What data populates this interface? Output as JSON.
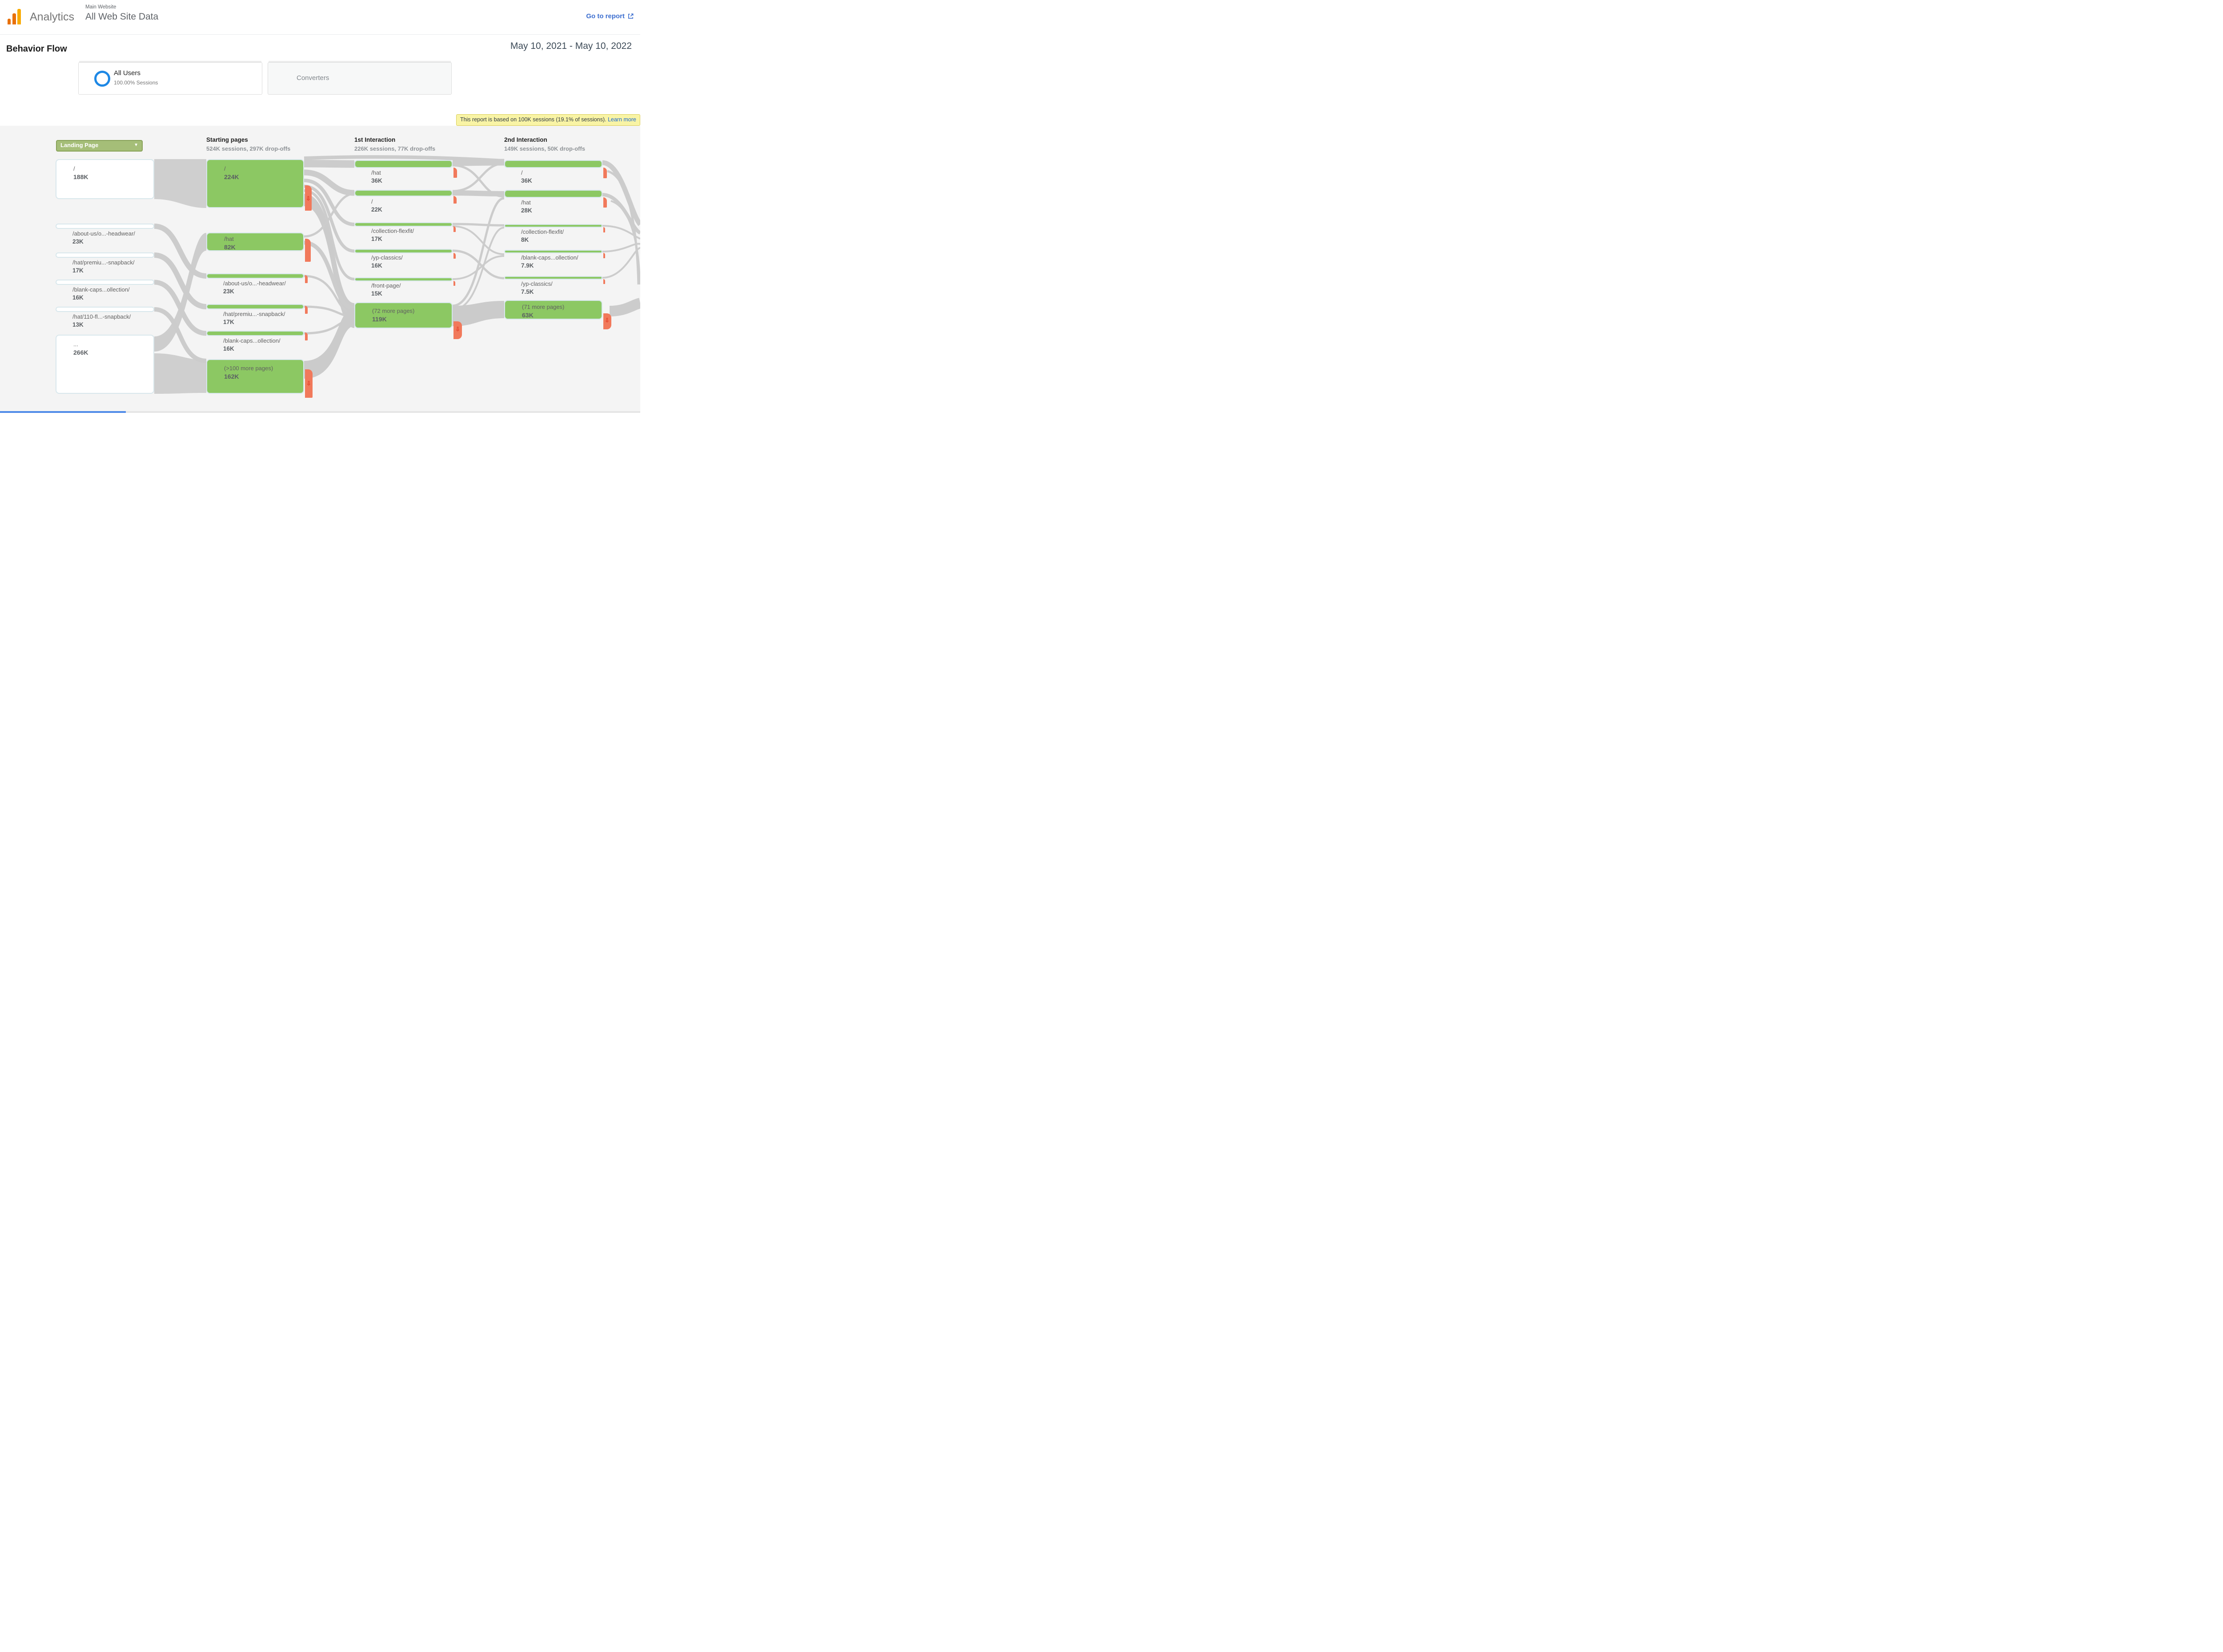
{
  "header": {
    "brand": "Analytics",
    "property_label": "Main Website",
    "view_title": "All Web Site Data",
    "go_to_report": "Go to report"
  },
  "report": {
    "title": "Behavior Flow",
    "date_range": "May 10, 2021 - May 10, 2022"
  },
  "segments": {
    "all_users": {
      "name": "All Users",
      "detail": "100.00% Sessions"
    },
    "converters": {
      "name": "Converters"
    }
  },
  "notice": {
    "text": "This report is based on 100K sessions (19.1% of sessions).",
    "link_label": "Learn more"
  },
  "flow": {
    "dimension_selector": "Landing Page",
    "columns": [
      {
        "id": "landing-pages",
        "nodes": [
          {
            "label": "/",
            "value": "188K"
          },
          {
            "label": "/about-us/o...-headwear/",
            "value": "23K"
          },
          {
            "label": "/hat/premiu...-snapback/",
            "value": "17K"
          },
          {
            "label": "/blank-caps...ollection/",
            "value": "16K"
          },
          {
            "label": "/hat/110-fl...-snapback/",
            "value": "13K"
          },
          {
            "label": "...",
            "value": "266K"
          }
        ]
      },
      {
        "id": "starting-pages",
        "header": "Starting pages",
        "stats": "524K sessions, 297K drop-offs",
        "nodes": [
          {
            "label": "/",
            "value": "224K"
          },
          {
            "label": "/hat",
            "value": "82K"
          },
          {
            "label": "/about-us/o...-headwear/",
            "value": "23K"
          },
          {
            "label": "/hat/premiu...-snapback/",
            "value": "17K"
          },
          {
            "label": "/blank-caps...ollection/",
            "value": "16K"
          },
          {
            "label": "(>100 more pages)",
            "value": "162K"
          }
        ]
      },
      {
        "id": "first-interaction",
        "header": "1st Interaction",
        "stats": "226K sessions, 77K drop-offs",
        "nodes": [
          {
            "label": "/hat",
            "value": "36K"
          },
          {
            "label": "/",
            "value": "22K"
          },
          {
            "label": "/collection-flexfit/",
            "value": "17K"
          },
          {
            "label": "/yp-classics/",
            "value": "16K"
          },
          {
            "label": "/front-page/",
            "value": "15K"
          },
          {
            "label": "(72 more pages)",
            "value": "119K"
          }
        ]
      },
      {
        "id": "second-interaction",
        "header": "2nd Interaction",
        "stats": "149K sessions, 50K drop-offs",
        "nodes": [
          {
            "label": "/",
            "value": "36K"
          },
          {
            "label": "/hat",
            "value": "28K"
          },
          {
            "label": "/collection-flexfit/",
            "value": "8K"
          },
          {
            "label": "/blank-caps...ollection/",
            "value": "7.9K"
          },
          {
            "label": "/yp-classics/",
            "value": "7.5K"
          },
          {
            "label": "(71 more pages)",
            "value": "63K"
          }
        ]
      }
    ]
  },
  "colors": {
    "node_green": "#8cc863",
    "dropoff_red": "#f1795b",
    "dropoff_arrow": "#e5432b",
    "ribbon_gray": "#cccccc",
    "accent_blue": "#1e88e5",
    "link_blue": "#3d6fd0",
    "notice_bg": "#f9f4a5",
    "dimension_green": "#a5be78"
  }
}
